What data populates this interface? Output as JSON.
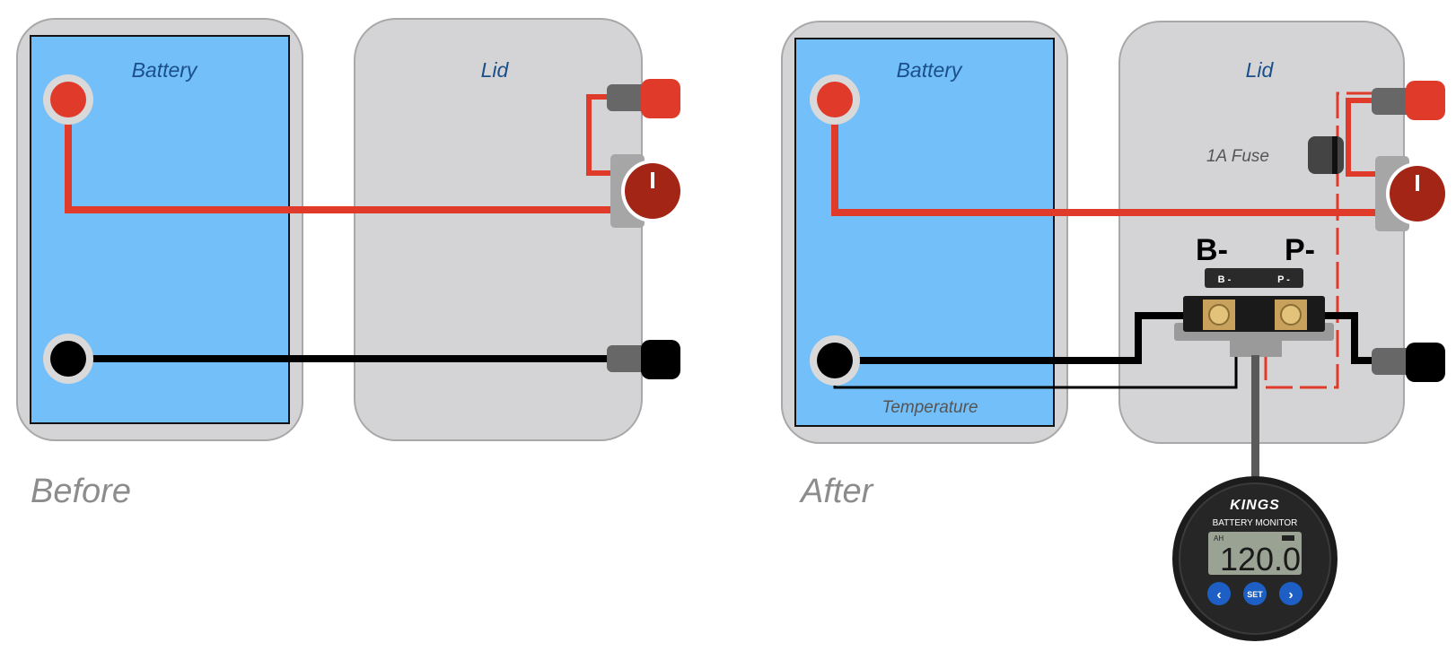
{
  "before": {
    "caption": "Before",
    "battery_label": "Battery",
    "lid_label": "Lid"
  },
  "after": {
    "caption": "After",
    "battery_label": "Battery",
    "lid_label": "Lid",
    "fuse_label": "1A Fuse",
    "temperature_label": "Temperature",
    "shunt_b_label": "B-",
    "shunt_p_label": "P-",
    "shunt_b_small": "B -",
    "shunt_p_small": "P -"
  },
  "monitor": {
    "brand": "KINGS",
    "title": "BATTERY MONITOR",
    "unit": "AH",
    "reading": "120.0",
    "set_label": "SET"
  },
  "colors": {
    "battery_fill": "#73bff9",
    "case_fill": "#d4d4d6",
    "positive_wire": "#e03a2a",
    "negative_wire": "#000000",
    "label_text": "#1a4f8a",
    "caption_text": "#8c8c8c"
  }
}
